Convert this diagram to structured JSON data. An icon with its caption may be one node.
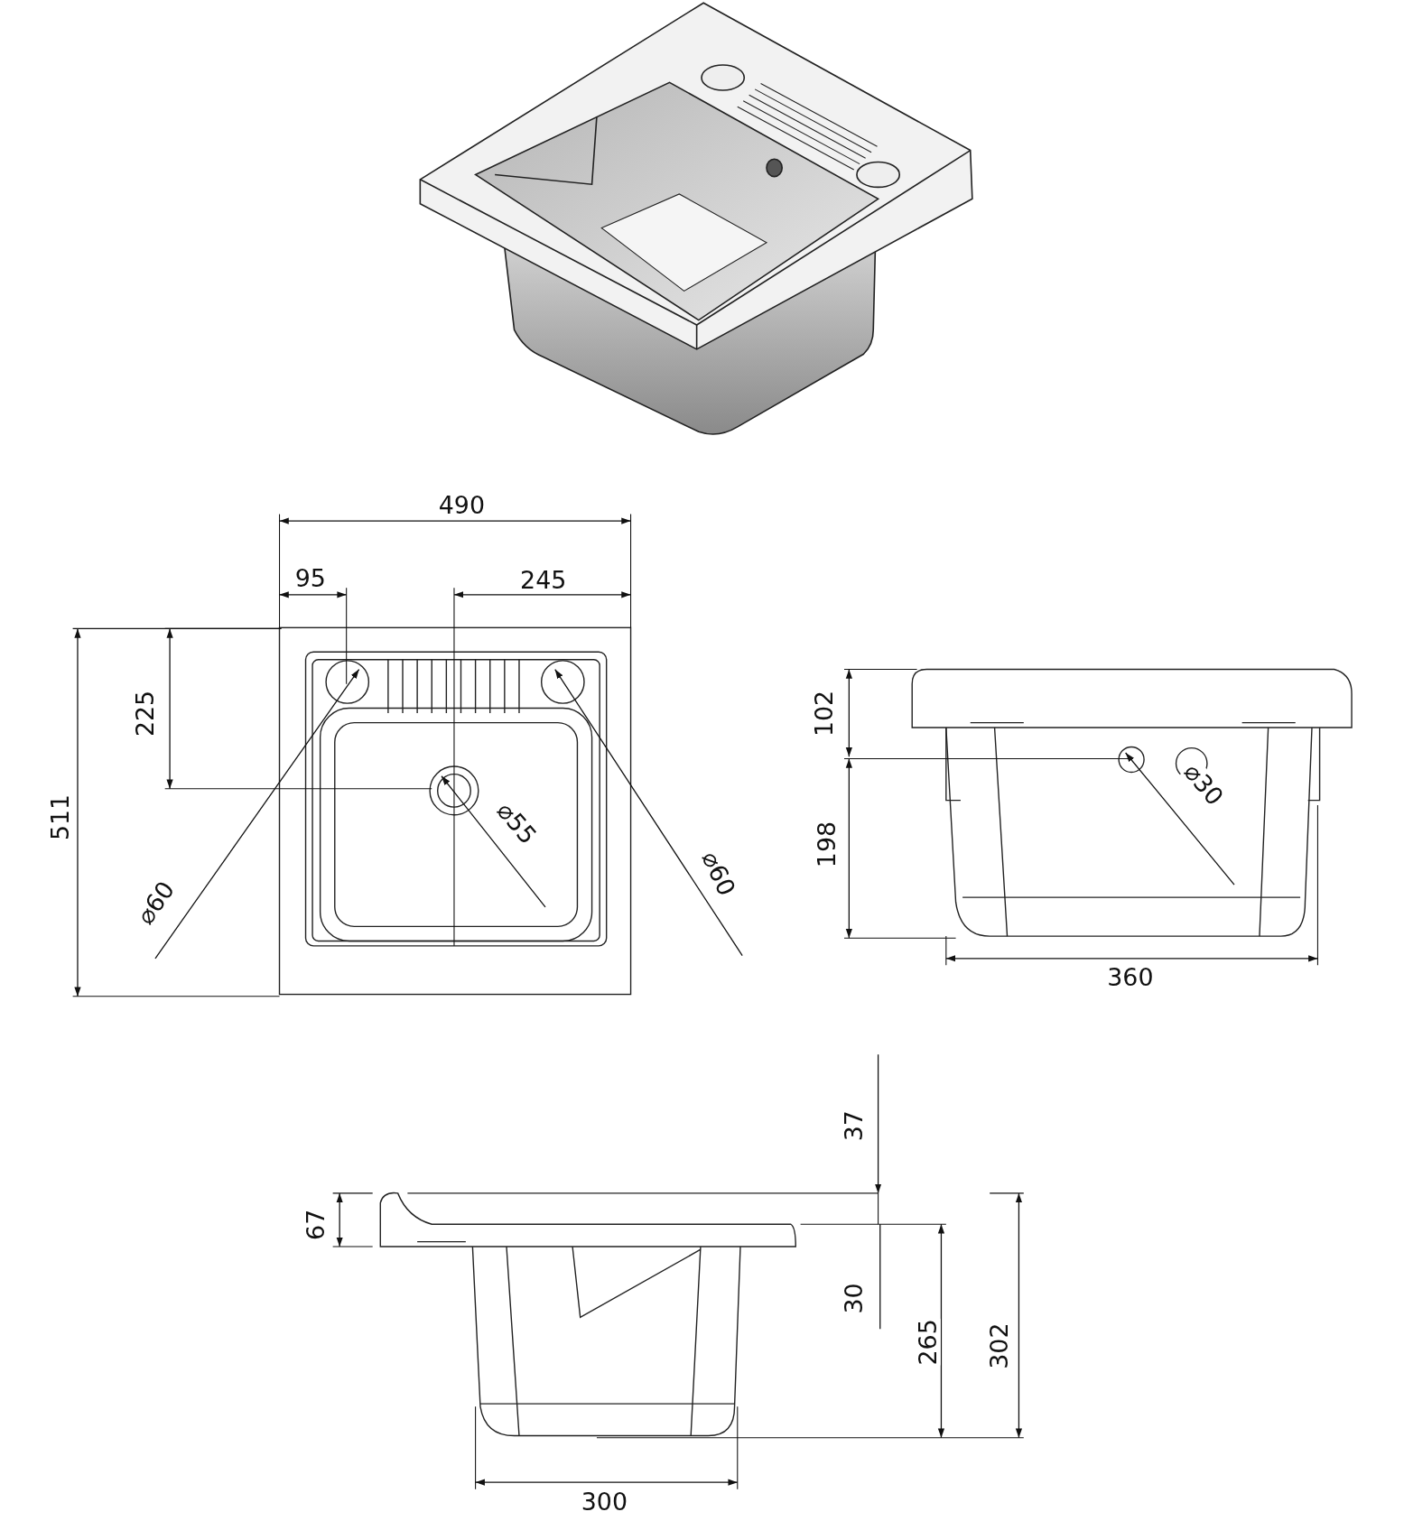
{
  "diagram": {
    "labels": [
      "490",
      "95",
      "245",
      "225",
      "511",
      "⌀60",
      "⌀55",
      "⌀60",
      "102",
      "⌀30",
      "198",
      "360",
      "37",
      "67",
      "30",
      "265",
      "302",
      "300"
    ]
  }
}
